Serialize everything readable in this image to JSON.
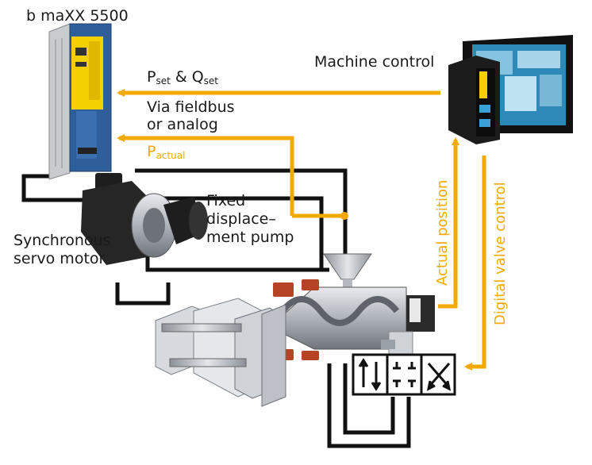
{
  "labels": {
    "drive": "b maXX 5500",
    "machine_control": "Machine control",
    "pset": "P",
    "pset_sub": "set",
    "amp": " & Q",
    "qset_sub": "set",
    "fieldbus_line1": "Via fieldbus",
    "fieldbus_line2": "or analog",
    "pactual": "P",
    "pactual_sub": "actual",
    "pump_line1": "Fixed",
    "pump_line2": "displace–",
    "pump_line3": "ment pump",
    "motor_line1": "Synchronous",
    "motor_line2": "servo motor",
    "actual_position": "Actual position",
    "digital_valve_control": "Digital valve control"
  },
  "colors": {
    "signal_orange": "#f2a900",
    "hydraulic_line": "#111111",
    "drive_yellow": "#f5d000",
    "drive_gray": "#c9cbcf"
  },
  "icons": [
    "servo-drive-icon",
    "machine-controller-icon",
    "servo-motor-icon",
    "pump-icon",
    "injection-unit-icon",
    "valve-symbol-icon",
    "mold-icon"
  ]
}
